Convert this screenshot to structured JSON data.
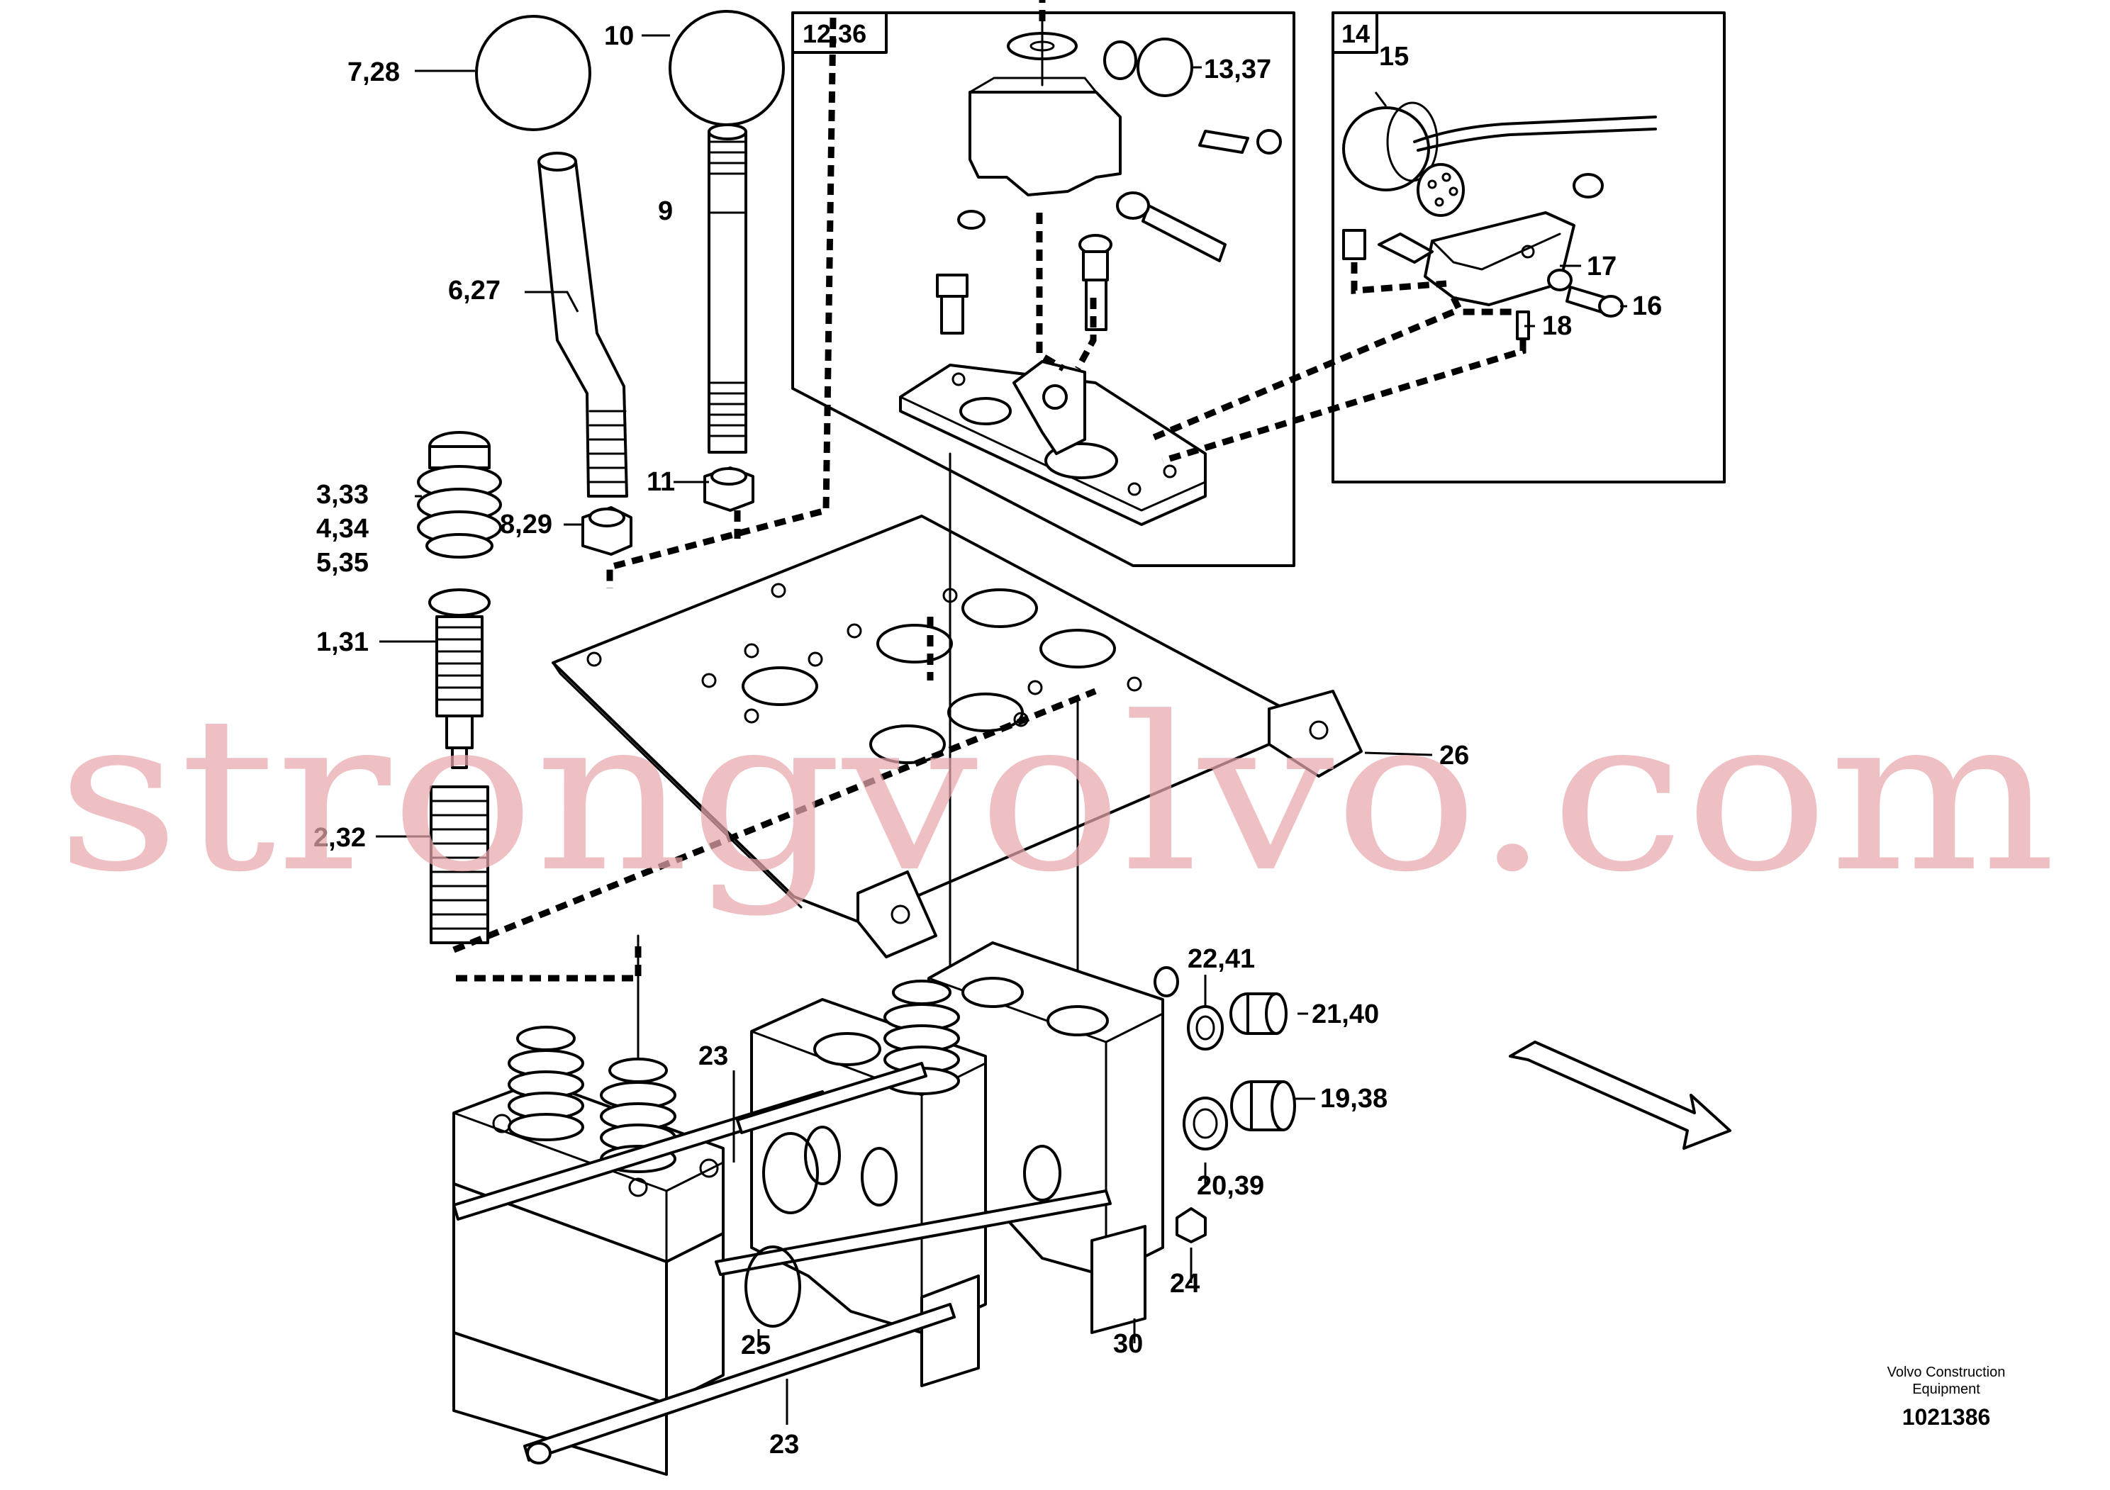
{
  "callouts": [
    {
      "id": "c-7-28",
      "text": "7,28"
    },
    {
      "id": "c-10",
      "text": "10"
    },
    {
      "id": "c-12-36",
      "text": "12,36"
    },
    {
      "id": "c-13-37",
      "text": "13,37"
    },
    {
      "id": "c-14",
      "text": "14"
    },
    {
      "id": "c-15",
      "text": "15"
    },
    {
      "id": "c-9",
      "text": "9"
    },
    {
      "id": "c-6-27",
      "text": "6,27"
    },
    {
      "id": "c-17",
      "text": "17"
    },
    {
      "id": "c-16",
      "text": "16"
    },
    {
      "id": "c-18",
      "text": "18"
    },
    {
      "id": "c-3-33",
      "text": "3,33"
    },
    {
      "id": "c-4-34",
      "text": "4,34"
    },
    {
      "id": "c-5-35",
      "text": "5,35"
    },
    {
      "id": "c-11",
      "text": "11"
    },
    {
      "id": "c-8-29",
      "text": "8,29"
    },
    {
      "id": "c-1-31",
      "text": "1,31"
    },
    {
      "id": "c-26",
      "text": "26"
    },
    {
      "id": "c-2-32",
      "text": "2,32"
    },
    {
      "id": "c-22-41",
      "text": "22,41"
    },
    {
      "id": "c-21-40",
      "text": "21,40"
    },
    {
      "id": "c-23a",
      "text": "23"
    },
    {
      "id": "c-19-38",
      "text": "19,38"
    },
    {
      "id": "c-20-39",
      "text": "20,39"
    },
    {
      "id": "c-24",
      "text": "24"
    },
    {
      "id": "c-25",
      "text": "25"
    },
    {
      "id": "c-30",
      "text": "30"
    },
    {
      "id": "c-23b",
      "text": "23"
    }
  ],
  "watermark": "strongvolvo.com",
  "credit_line1": "Volvo Construction",
  "credit_line2": "Equipment",
  "doc_number": "1021386"
}
